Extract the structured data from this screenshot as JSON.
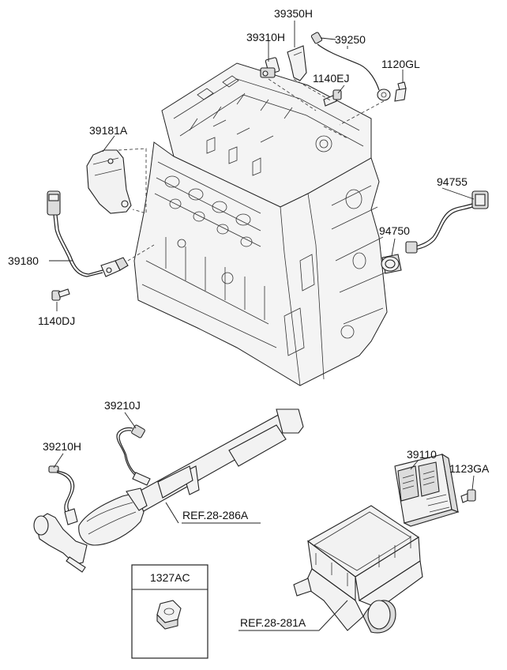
{
  "diagram": {
    "labels": {
      "p39350H": "39350H",
      "p39310H": "39310H",
      "p39250": "39250",
      "p1120GL": "1120GL",
      "p1140EJ": "1140EJ",
      "p39181A": "39181A",
      "p94755": "94755",
      "p94750": "94750",
      "p39180": "39180",
      "p1140DJ": "1140DJ",
      "p39210J": "39210J",
      "p39210H": "39210H",
      "p39110": "39110",
      "p1123GA": "1123GA",
      "ref286": "REF.28-286A",
      "ref281": "REF.28-281A",
      "p1327AC": "1327AC"
    }
  }
}
